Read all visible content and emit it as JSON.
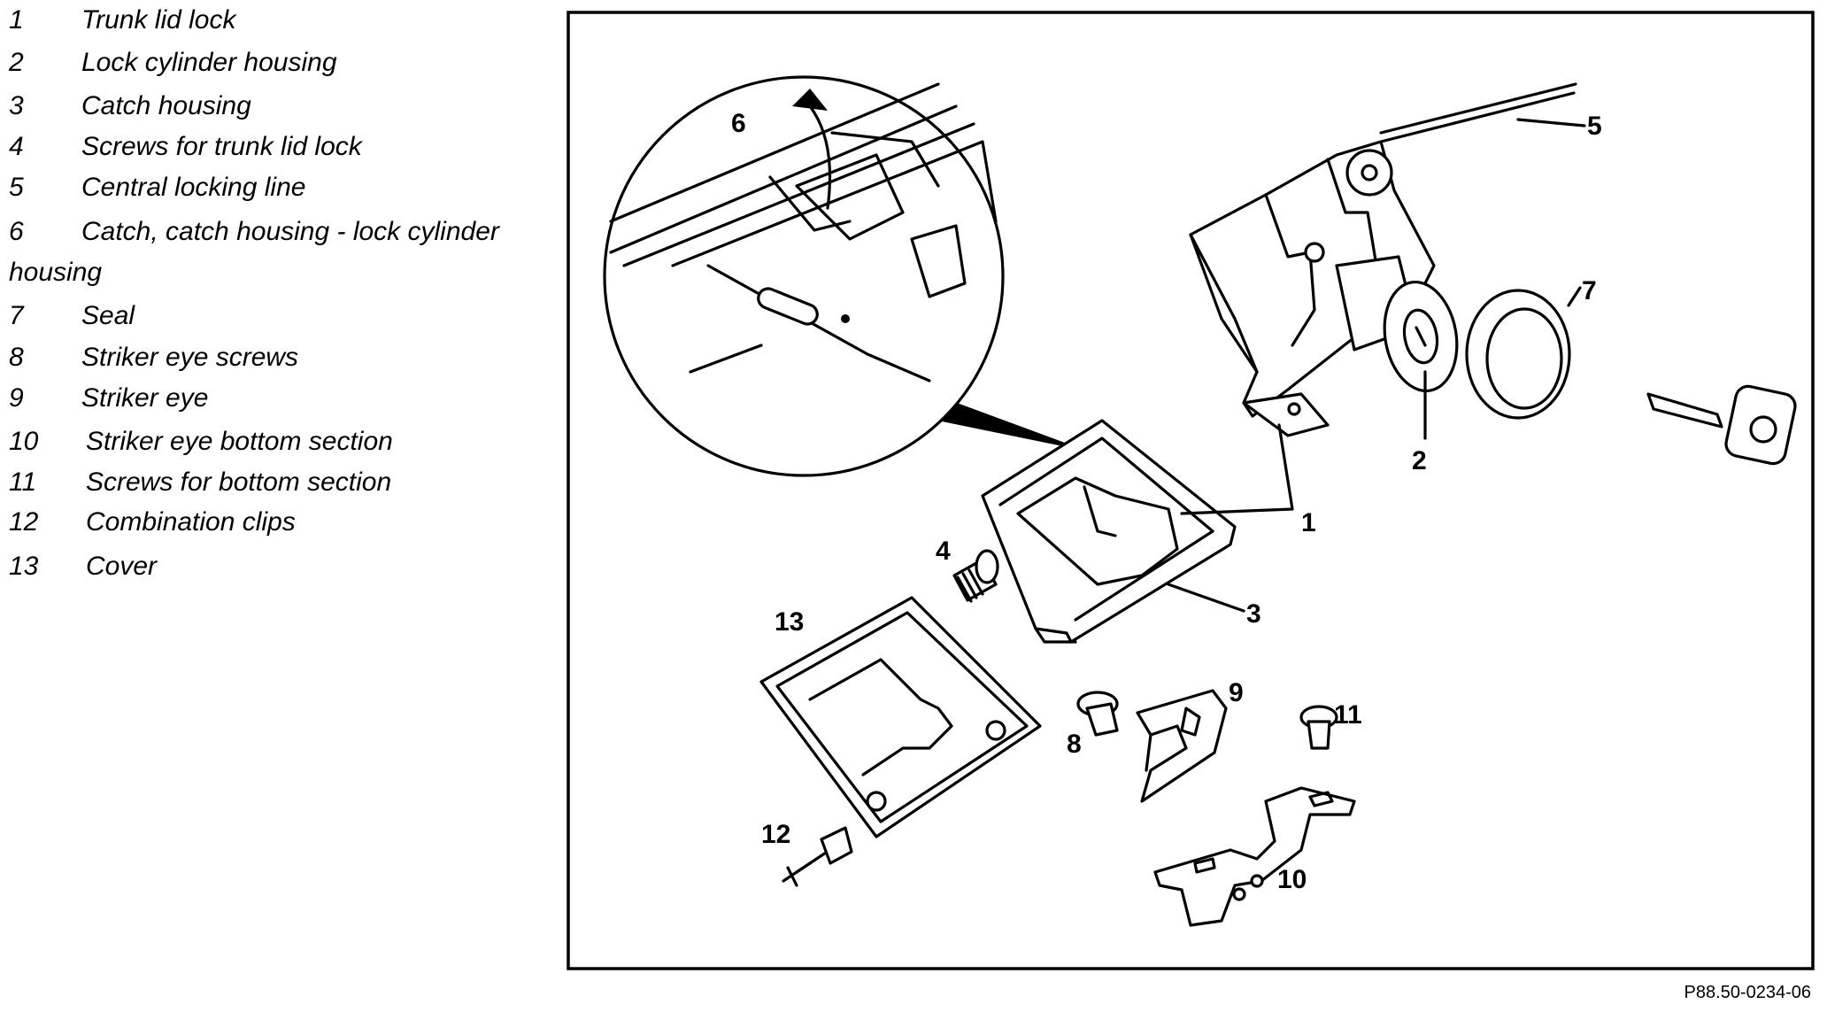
{
  "legend": [
    {
      "num": "1",
      "text": "Trunk lid lock"
    },
    {
      "num": "2",
      "text": "Lock cylinder housing"
    },
    {
      "num": "3",
      "text": "Catch housing"
    },
    {
      "num": "4",
      "text": "Screws for trunk lid lock"
    },
    {
      "num": "5",
      "text": "Central locking line"
    },
    {
      "num": "6",
      "text": "Catch, catch housing - lock cylinder",
      "text2": "housing"
    },
    {
      "num": "7",
      "text": "Seal"
    },
    {
      "num": "8",
      "text": "Striker eye screws"
    },
    {
      "num": "9",
      "text": "Striker eye"
    },
    {
      "num": "10",
      "text": "Striker eye bottom section"
    },
    {
      "num": "11",
      "text": "Screws for bottom section"
    },
    {
      "num": "12",
      "text": "Combination clips"
    },
    {
      "num": "13",
      "text": "Cover"
    }
  ],
  "callouts": {
    "c1": "1",
    "c2": "2",
    "c3": "3",
    "c4": "4",
    "c5": "5",
    "c6": "6",
    "c7": "7",
    "c8": "8",
    "c9": "9",
    "c10": "10",
    "c11": "11",
    "c12": "12",
    "c13": "13"
  },
  "figure_code": "P88.50-0234-06"
}
